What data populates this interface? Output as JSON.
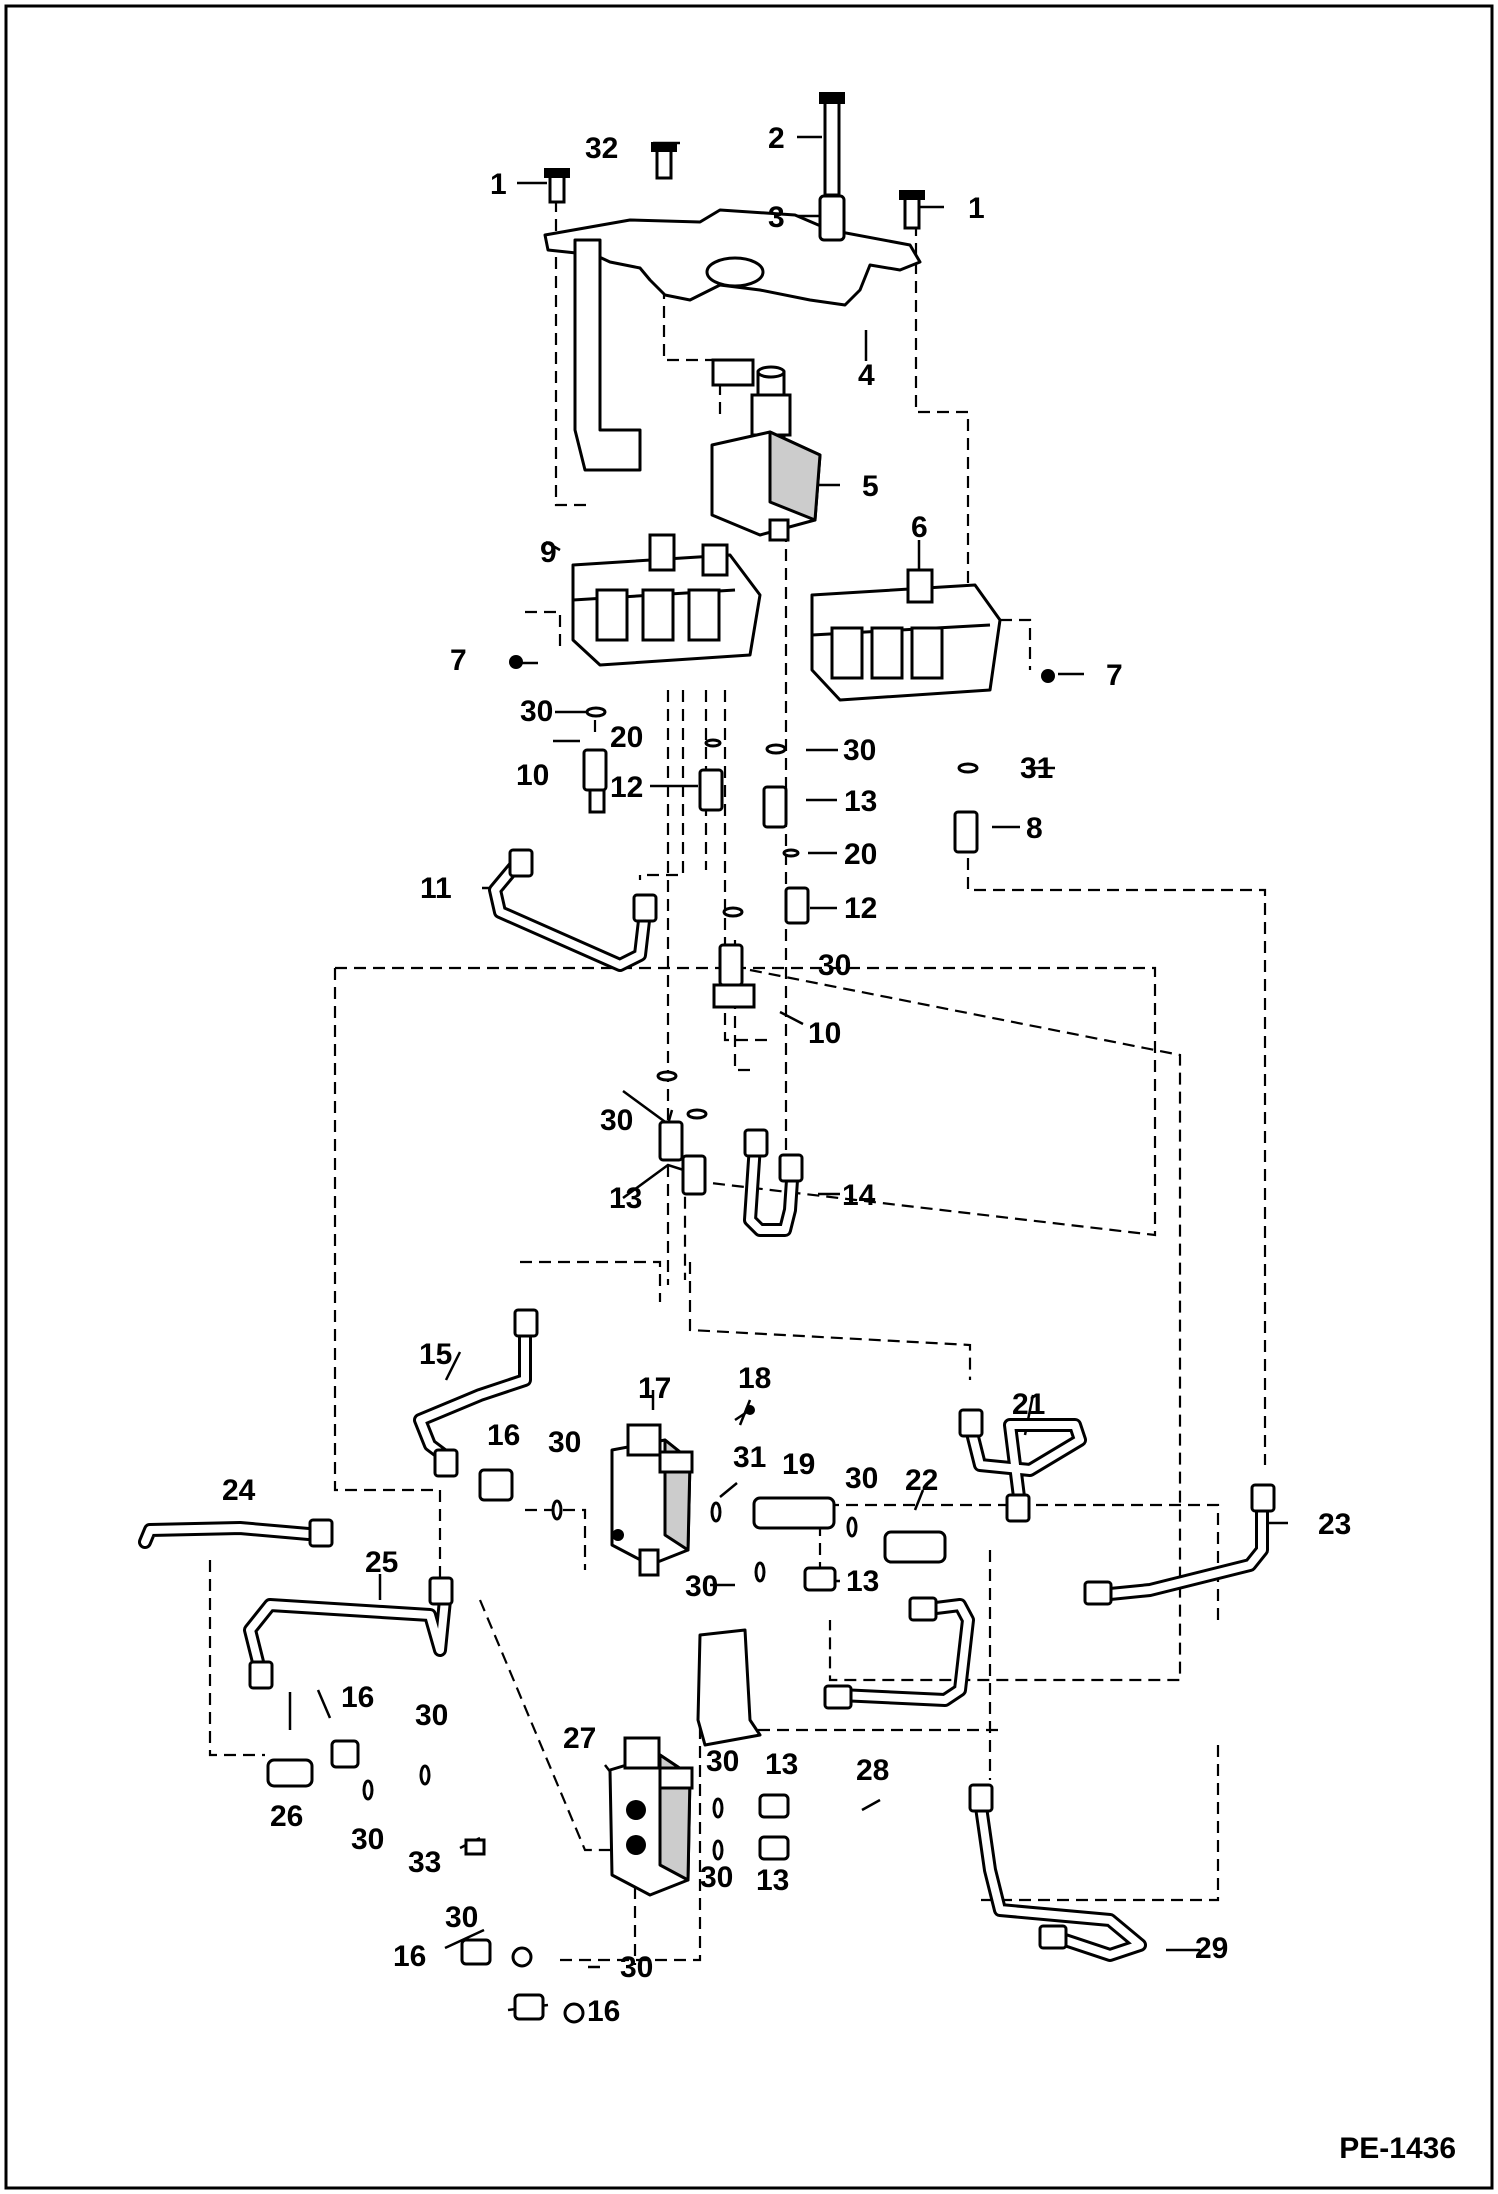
{
  "page_code": "PE-1436",
  "callouts": {
    "c1a": "1",
    "c1b": "1",
    "c2": "2",
    "c3": "3",
    "c4": "4",
    "c5": "5",
    "c6": "6",
    "c7a": "7",
    "c7b": "7",
    "c8": "8",
    "c9": "9",
    "c10a": "10",
    "c10b": "10",
    "c11": "11",
    "c12a": "12",
    "c12b": "12",
    "c13a": "13",
    "c13b": "13",
    "c13c": "13",
    "c13d": "13",
    "c13e": "13",
    "c14": "14",
    "c15": "15",
    "c16a": "16",
    "c16b": "16",
    "c16c": "16",
    "c16d": "16",
    "c17": "17",
    "c18": "18",
    "c19": "19",
    "c20a": "20",
    "c20b": "20",
    "c21": "21",
    "c22": "22",
    "c23": "23",
    "c24": "24",
    "c25": "25",
    "c26": "26",
    "c27": "27",
    "c28": "28",
    "c29": "29",
    "c30a": "30",
    "c30b": "30",
    "c30c": "30",
    "c30d": "30",
    "c30e": "30",
    "c30f": "30",
    "c30g": "30",
    "c30h": "30",
    "c30i": "30",
    "c30j": "30",
    "c30k": "30",
    "c30l": "30",
    "c30m": "30",
    "c31a": "31",
    "c31b": "31",
    "c32": "32",
    "c33": "33"
  }
}
